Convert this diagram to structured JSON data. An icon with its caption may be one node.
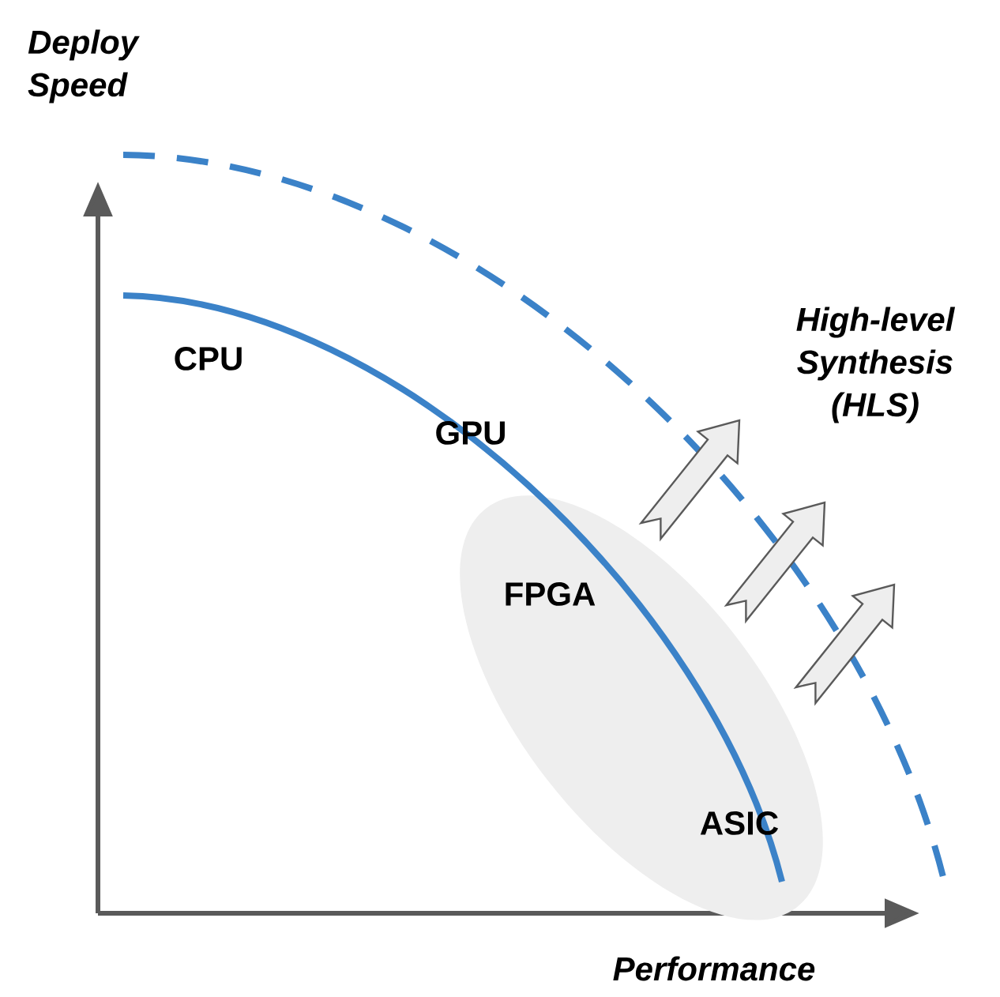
{
  "diagram": {
    "nodes": [
      {
        "text": [
          "FPGA",
          "ASIC"
        ]
      }
    ],
    "labels": [
      "Deploy Speed",
      "CPU",
      "GPU",
      "High-level Synthesis (HLS)",
      "Performance"
    ]
  }
}
